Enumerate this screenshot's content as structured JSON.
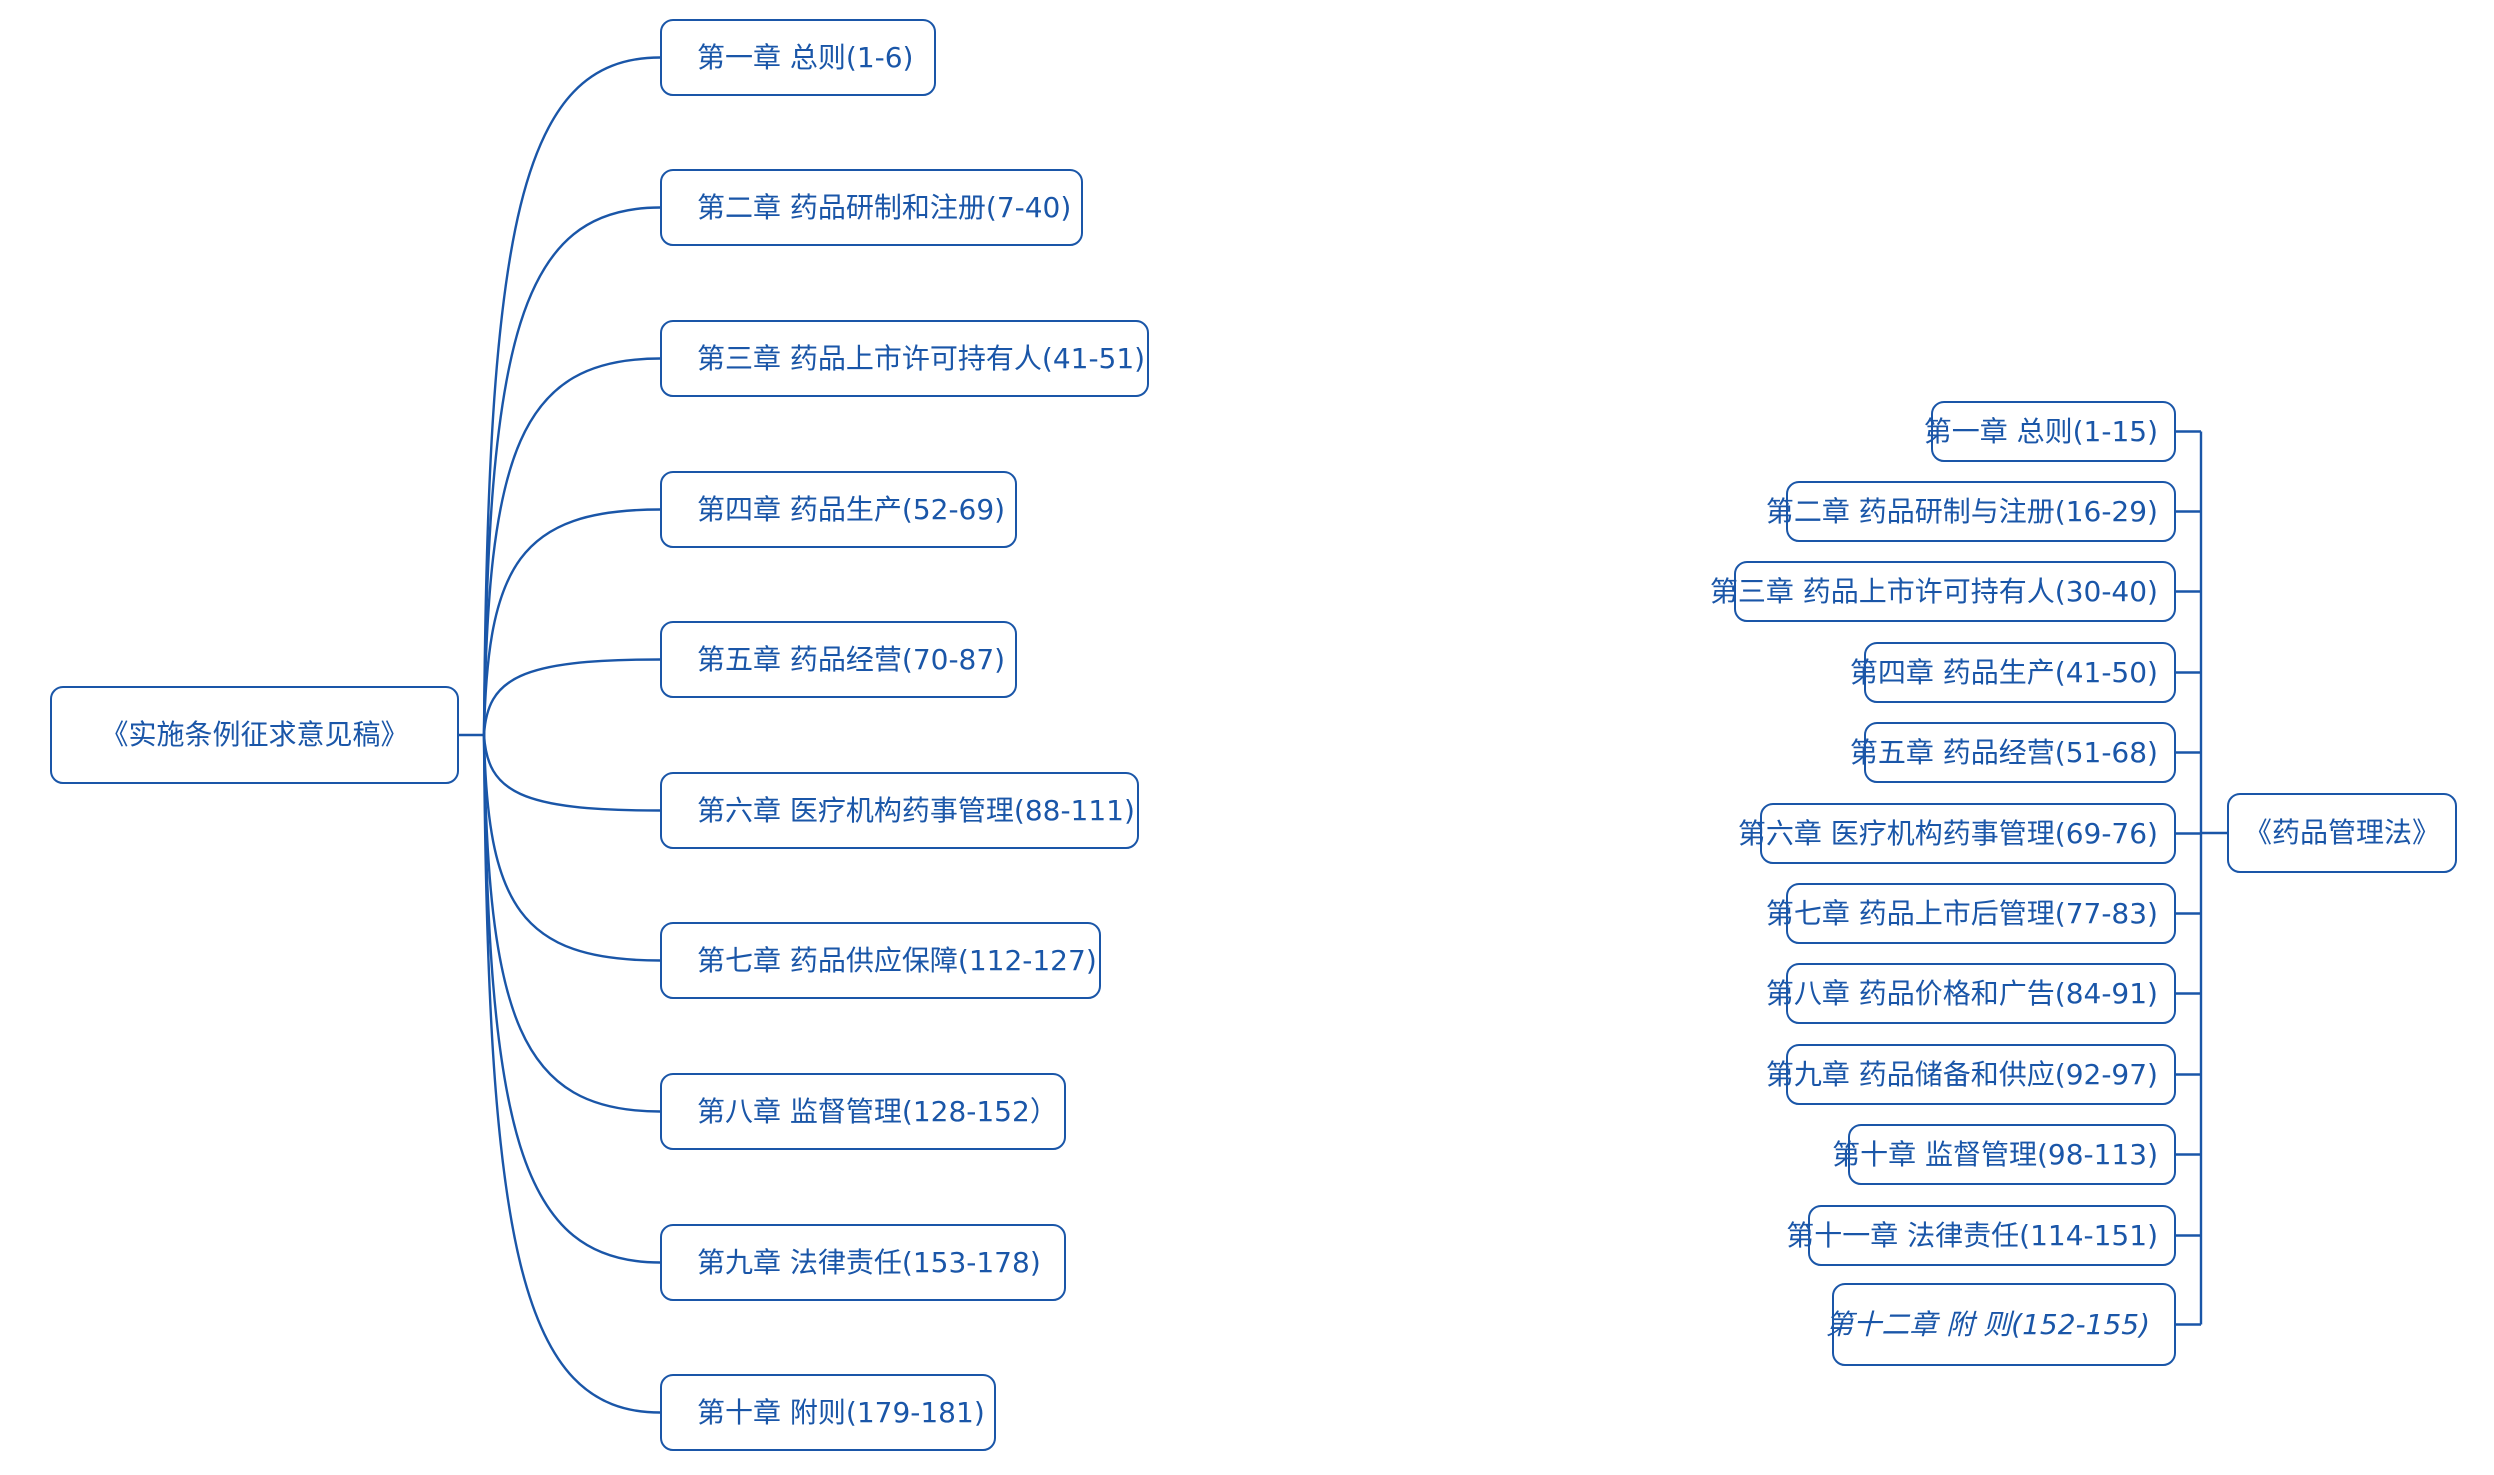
{
  "left_map": {
    "root": {
      "label": "《实施条例征求意见稿》"
    },
    "chapters": [
      {
        "label": "第一章 总则(1-6)"
      },
      {
        "label": "第二章 药品研制和注册(7-40)"
      },
      {
        "label": "第三章 药品上市许可持有人(41-51)"
      },
      {
        "label": "第四章 药品生产(52-69)"
      },
      {
        "label": "第五章 药品经营(70-87)"
      },
      {
        "label": "第六章 医疗机构药事管理(88-111)"
      },
      {
        "label": "第七章 药品供应保障(112-127)"
      },
      {
        "label": "第八章 监督管理(128-152）"
      },
      {
        "label": "第九章 法律责任(153-178)"
      },
      {
        "label": "第十章 附则(179-181)"
      }
    ]
  },
  "right_map": {
    "root": {
      "label": "《药品管理法》"
    },
    "chapters": [
      {
        "label": "第一章 总则(1-15)"
      },
      {
        "label": "第二章 药品研制与注册(16-29)"
      },
      {
        "label": "第三章 药品上市许可持有人(30-40)"
      },
      {
        "label": "第四章 药品生产(41-50)"
      },
      {
        "label": "第五章 药品经营(51-68)"
      },
      {
        "label": "第六章 医疗机构药事管理(69-76)"
      },
      {
        "label": "第七章 药品上市后管理(77-83)"
      },
      {
        "label": "第八章 药品价格和广告(84-91)"
      },
      {
        "label": "第九章 药品储备和供应(92-97)"
      },
      {
        "label": "第十章 监督管理(98-113)"
      },
      {
        "label": "第十一章 法律责任(114-151)"
      },
      {
        "label": "第十二章 附 则(152-155)"
      }
    ]
  },
  "colors": {
    "line": "#1a56a8",
    "text": "#1a56a8",
    "background": "#ffffff"
  }
}
